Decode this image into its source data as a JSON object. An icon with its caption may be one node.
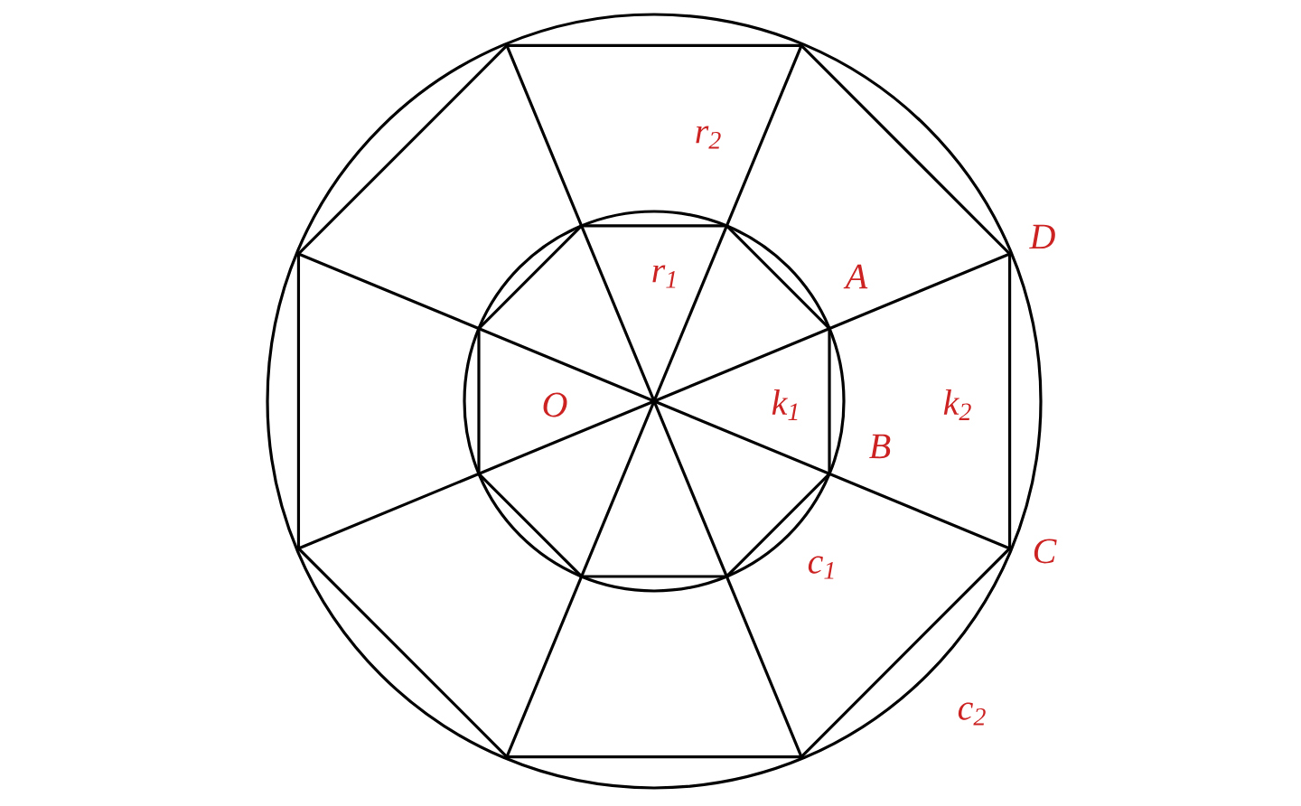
{
  "diagram": {
    "labels": [
      "r$_{2}$",
      "r$_{1}$",
      "A",
      "D",
      "O",
      "k$_{1}$",
      "B",
      "k$_{2}$",
      "C",
      "c$_{1}$",
      "c$_{2}$"
    ]
  }
}
